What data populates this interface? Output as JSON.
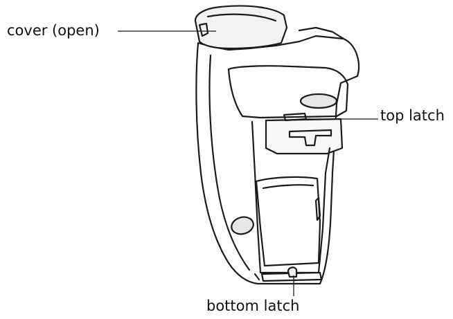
{
  "labels": {
    "cover": "cover (open)",
    "top_latch": "top latch",
    "bottom_latch": "bottom latch"
  },
  "colors": {
    "ink": "#1a1a1a",
    "shade": "#e6e6e6",
    "background": "#ffffff"
  }
}
